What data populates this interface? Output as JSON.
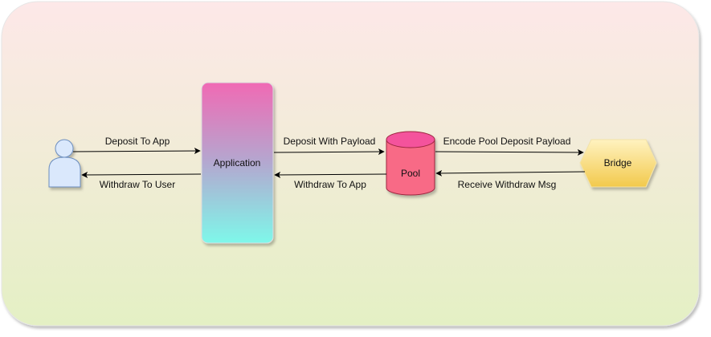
{
  "diagram": {
    "nodes": {
      "user": {
        "label": ""
      },
      "application": {
        "label": "Application"
      },
      "pool": {
        "label": "Pool"
      },
      "bridge": {
        "label": "Bridge"
      }
    },
    "edges": {
      "deposit_to_app": "Deposit To App",
      "withdraw_to_user": "Withdraw To User",
      "deposit_with_payload": "Deposit With Payload",
      "withdraw_to_app": "Withdraw To App",
      "encode_pool_deposit_payload": "Encode Pool Deposit Payload",
      "receive_withdraw_msg": "Receive Withdraw Msg"
    },
    "colors": {
      "background_top": "#fde8e8",
      "background_bottom": "#e4f0c4",
      "application_top": "#f06ab4",
      "application_bottom": "#7ef8ea",
      "pool_fill": "#f86a86",
      "pool_top": "#f4529c",
      "bridge_top": "#fff2c0",
      "bridge_bottom": "#f2c94c",
      "user_fill": "#dae8fc",
      "user_stroke": "#6c8ebf",
      "edge": "#000000"
    }
  }
}
